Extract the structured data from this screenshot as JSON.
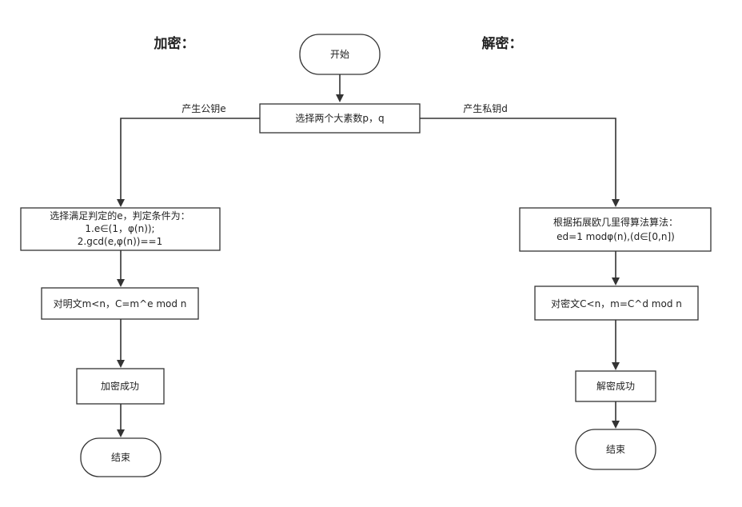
{
  "headings": {
    "encrypt": "加密：",
    "decrypt": "解密："
  },
  "nodes": {
    "start": "开始",
    "choose_primes": "选择两个大素数p，q",
    "choose_e": {
      "line1": "选择满足判定的e，判定条件为：",
      "line2": "1.e∈(1，φ(n));",
      "line3": "2.gcd(e,φ(n))==1"
    },
    "encrypt_formula": "对明文m<n，C=m^e mod n",
    "encrypt_success": "加密成功",
    "end_left": "结束",
    "compute_d": {
      "line1": "根据拓展欧几里得算法算法：",
      "line2": "ed=1 modφ(n),(d∈[0,n])"
    },
    "decrypt_formula": "对密文C<n，m=C^d mod n",
    "decrypt_success": "解密成功",
    "end_right": "结束"
  },
  "edge_labels": {
    "public_key": "产生公钥e",
    "private_key": "产生私钥d"
  },
  "colors": {
    "stroke": "#333333",
    "background": "#ffffff",
    "text": "#222222"
  }
}
